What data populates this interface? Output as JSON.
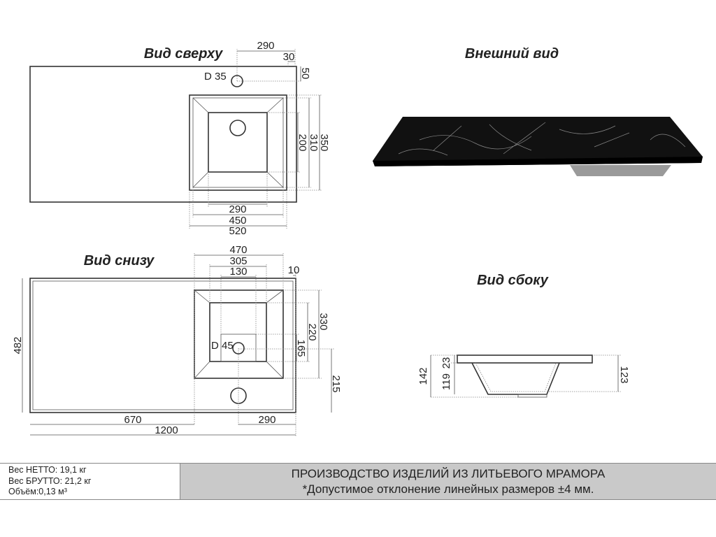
{
  "views": {
    "top": {
      "title": "Вид сверху",
      "dims": {
        "tap_offset": "290",
        "edge_offset": "30",
        "tap_depth": "50",
        "tap_diameter": "D 35",
        "outer_depth": "350",
        "mid_depth": "310",
        "inner_depth": "200",
        "inner_width": "290",
        "mid_width": "450",
        "outer_width": "520"
      }
    },
    "exterior": {
      "title": "Внешний вид"
    },
    "bottom": {
      "title": "Вид снизу",
      "dims": {
        "outer_width": "470",
        "mid_width": "305",
        "inner_width": "130",
        "edge": "10",
        "outer_depth": "330",
        "mid_depth": "220",
        "inner_depth": "165",
        "hole_offset": "215",
        "total_depth": "482",
        "left_length": "670",
        "total_length": "1200",
        "drain_offset": "290",
        "drain_diameter": "D 45"
      }
    },
    "side": {
      "title": "Вид сбоку",
      "dims": {
        "total_height": "142",
        "slab_thickness": "23",
        "bowl_height": "119",
        "right_height": "123"
      }
    }
  },
  "footer": {
    "net_weight": "Вес НЕТТО: 19,1 кг",
    "gross_weight": "Вес БРУТТО: 21,2 кг",
    "volume": "Объём:0,13 м³",
    "heading": "ПРОИЗВОДСТВО ИЗДЕЛИЙ ИЗ ЛИТЬЕВОГО МРАМОРА",
    "note": "*Допустимое отклонение линейных размеров ±4 мм."
  }
}
